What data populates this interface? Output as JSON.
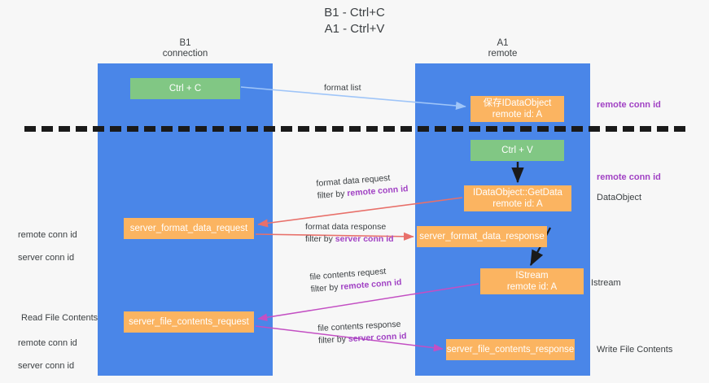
{
  "title": "B1 - Ctrl+C\nA1 - Ctrl+V",
  "columns": {
    "left": "B1\nconnection",
    "right": "A1\nremote"
  },
  "nodes": {
    "ctrl_c": "Ctrl + C",
    "save_dataobject": "保存IDataObject\nremote id: A",
    "ctrl_v": "Ctrl + V",
    "getdata": "IDataObject::GetData\nremote id: A",
    "server_format_data_request": "server_format_data_request",
    "server_format_data_response": "server_format_data_response",
    "istream": "IStream\nremote id: A",
    "server_file_contents_request": "server_file_contents_request",
    "server_file_contents_response": "server_file_contents_response"
  },
  "edges": {
    "format_list": "format list",
    "format_data_request": "format data request",
    "format_data_request_filter_prefix": "filter by ",
    "format_data_request_filter_key": "remote conn id",
    "format_data_response": "format data response",
    "format_data_response_filter_prefix": "filter by ",
    "format_data_response_filter_key": "server conn id",
    "file_contents_request": "file contents request",
    "file_contents_request_filter_prefix": "filter by ",
    "file_contents_request_filter_key": "remote conn id",
    "file_contents_response": "file contents response",
    "file_contents_response_filter_prefix": "filter by ",
    "file_contents_response_filter_key": "server conn id"
  },
  "annotations": {
    "remote_conn_id_top": "remote conn id",
    "remote_conn_id_mid": "remote conn id",
    "dataobject": "DataObject",
    "istream": "Istream",
    "write_file_contents": "Write File Contents",
    "read_file_contents": "Read File Contents",
    "left_remote_conn_id": "remote conn id",
    "left_server_conn_id": "server conn id",
    "left_remote_conn_id_2": "remote conn id",
    "left_server_conn_id_2": "server conn id"
  },
  "colors": {
    "lane": "#4a86e8",
    "node_green": "#81c784",
    "node_orange": "#fbb461",
    "purple": "#a142c4",
    "green": "#6aa84f",
    "arrow_blue": "#9fc5f8",
    "arrow_red": "#e8706a",
    "arrow_magenta": "#c34fc3",
    "arrow_black": "#1a1a1a",
    "divider": "#1a1a1a",
    "background": "#f7f7f7"
  }
}
